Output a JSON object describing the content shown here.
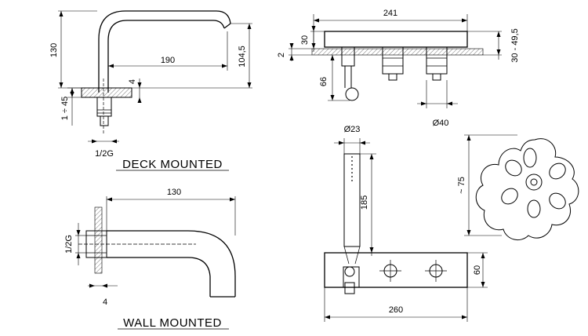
{
  "deck": {
    "caption": "DECK MOUNTED",
    "dim_height": "130",
    "dim_reach": "190",
    "dim_spout": "104,5",
    "dim_plate": "4",
    "dim_range": "1 ÷ 45",
    "dim_thread": "1/2G"
  },
  "wall": {
    "caption": "WALL MOUNTED",
    "dim_reach": "130",
    "dim_thread": "1/2G",
    "dim_plate": "4"
  },
  "side": {
    "dim_width": "241",
    "dim_bar": "30",
    "dim_plate": "2",
    "dim_depth": "66",
    "dim_range": "30 - 49,5",
    "dim_diameter": "Ø40"
  },
  "handshower": {
    "dim_diameter": "Ø23",
    "dim_length": "185",
    "dim_width": "260",
    "dim_height": "60"
  },
  "handle": {
    "dim_size": "~ 75"
  }
}
